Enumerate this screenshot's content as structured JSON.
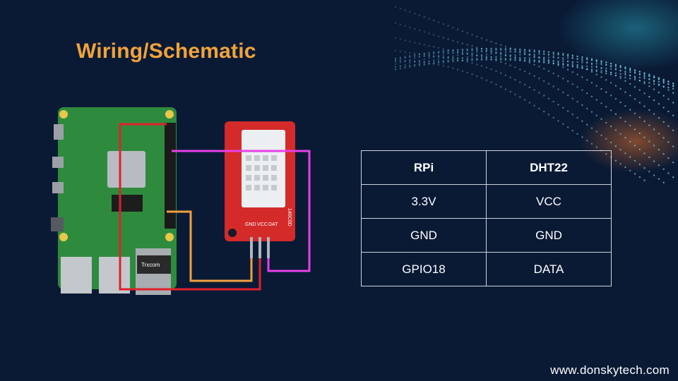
{
  "title": "Wiring/Schematic",
  "table": {
    "headers": [
      "RPi",
      "DHT22"
    ],
    "rows": [
      [
        "3.3V",
        "VCC"
      ],
      [
        "GND",
        "GND"
      ],
      [
        "GPIO18",
        "DATA"
      ]
    ]
  },
  "diagram": {
    "rpi_chip_label": "Trxcom",
    "sensor_pin_labels": [
      "GND",
      "VCC",
      "DAT"
    ],
    "sensor_side_label": "140C0D",
    "wire_colors": {
      "power": "#e0212b",
      "ground": "#e0212b",
      "data": "#e640e6",
      "signal": "#f0a040"
    }
  },
  "footer": "www.donskytech.com",
  "colors": {
    "background": "#0a1a35",
    "title": "#f2a33a",
    "board": "#2e8b3e",
    "sensor_pcb": "#d42a2a"
  }
}
